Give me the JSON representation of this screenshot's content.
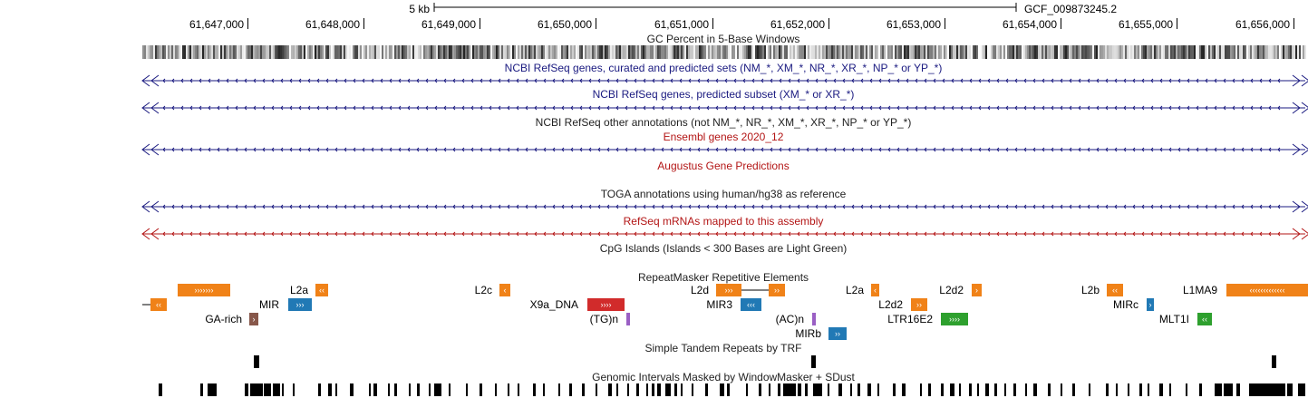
{
  "ruler": {
    "scale_label": "5 kb",
    "assembly_label": "GCF_009873245.2",
    "positions": [
      {
        "label": "61,647,000",
        "bp": 61647000
      },
      {
        "label": "61,648,000",
        "bp": 61648000
      },
      {
        "label": "61,649,000",
        "bp": 61649000
      },
      {
        "label": "61,650,000",
        "bp": 61650000
      },
      {
        "label": "61,651,000",
        "bp": 61651000
      },
      {
        "label": "61,652,000",
        "bp": 61652000
      },
      {
        "label": "61,653,000",
        "bp": 61653000
      },
      {
        "label": "61,654,000",
        "bp": 61654000
      },
      {
        "label": "61,655,000",
        "bp": 61655000
      },
      {
        "label": "61,656,000",
        "bp": 61656000
      }
    ]
  },
  "tracks": {
    "gc_percent": "GC Percent in 5-Base Windows",
    "refseq_all": "NCBI RefSeq genes, curated and predicted sets (NM_*, XM_*, NR_*, XR_*, NP_* or YP_*)",
    "refseq_predicted": "NCBI RefSeq genes, predicted subset (XM_* or XR_*)",
    "refseq_other": "NCBI RefSeq other annotations (not NM_*, NR_*, XM_*, XR_*, NP_* or YP_*)",
    "ensembl": "Ensembl genes 2020_12",
    "augustus": "Augustus Gene Predictions",
    "toga": "TOGA annotations using human/hg38 as reference",
    "refseq_mrna": "RefSeq mRNAs mapped to this assembly",
    "cpg": "CpG Islands (Islands < 300 Bases are Light Green)",
    "repeatmasker": "RepeatMasker Repetitive Elements",
    "trf": "Simple Tandem Repeats by TRF",
    "windowmasker": "Genomic Intervals Masked by WindowMasker + SDust"
  },
  "repeat_labels": {
    "l2a_1": "L2a",
    "mir_1": "MIR",
    "ga_rich": "GA-rich",
    "l2c": "L2c",
    "x9a_dna": "X9a_DNA",
    "tg_n": "(TG)n",
    "l2d": "L2d",
    "mir3": "MIR3",
    "ac_n": "(AC)n",
    "mirb": "MIRb",
    "l2a_2": "L2a",
    "l2d2_1": "L2d2",
    "l2d2_2": "L2d2",
    "ltr16e2": "LTR16E2",
    "l2b": "L2b",
    "mirc": "MIRc",
    "l1ma9": "L1MA9",
    "mlt1i": "MLT1I"
  },
  "glyphs": {
    "fwd_3": "›››",
    "fwd_4": "››››",
    "fwd_2": "››",
    "fwd_1": "›",
    "fwd_7": "›››››››",
    "rev_2": "‹‹",
    "rev_3": "‹‹‹",
    "rev_1": "‹",
    "rev_long": "‹‹‹‹‹‹‹‹‹‹‹‹‹"
  },
  "colors": {
    "navy_track": "#1a1a80",
    "red_track": "#b31515",
    "line": "#000000",
    "orange": "#f08218",
    "blue": "#2179b5",
    "dark_red": "#d12b2b",
    "brown": "#87574a",
    "green": "#2ea02e",
    "purple": "#9a5fc4"
  }
}
